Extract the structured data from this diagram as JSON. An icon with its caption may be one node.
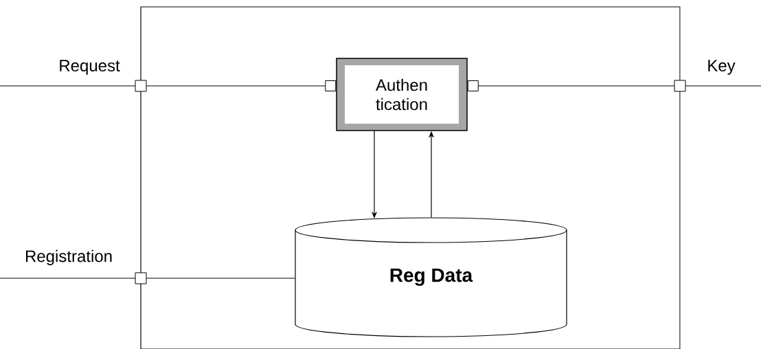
{
  "diagram": {
    "nodes": [
      {
        "text": [],
        "shape": "box"
      },
      {
        "text": [
          "Authen tication"
        ],
        "in": 0
      },
      {
        "text": [
          "Reg Data"
        ],
        "in": 0
      }
    ],
    "edges": [
      {
        "from": null,
        "to": 1,
        "arrow": "other"
      },
      {
        "from": 1,
        "to": null,
        "arrow": "other"
      },
      {
        "from": 1,
        "to": 2,
        "arrow": "to"
      },
      {
        "from": 2,
        "to": 1,
        "arrow": "to"
      },
      {
        "from": null,
        "to": 2,
        "arrow": "none"
      }
    ],
    "labels": [
      "Request",
      "Key",
      "Registration"
    ]
  }
}
